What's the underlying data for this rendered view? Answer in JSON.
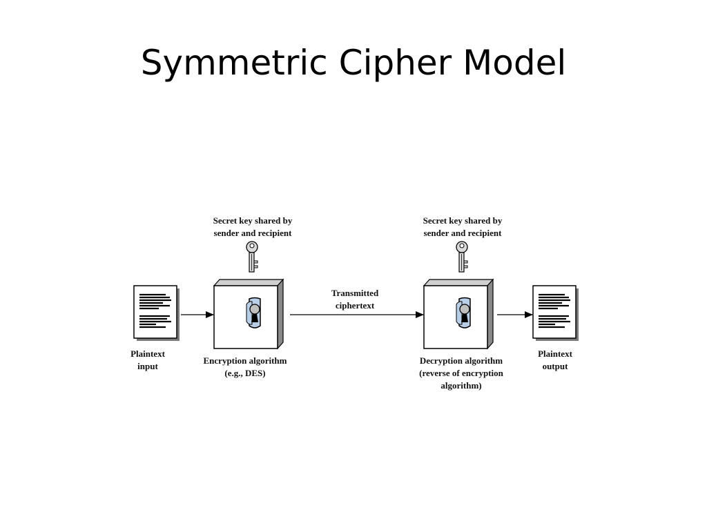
{
  "slide": {
    "title": "Symmetric Cipher Model"
  },
  "diagram": {
    "key_label_left": "Secret key shared by\nsender and recipient",
    "key_label_right": "Secret key shared by\nsender and recipient",
    "plaintext_input_label": "Plaintext\ninput",
    "plaintext_output_label": "Plaintext\noutput",
    "encryption_label": "Encryption algorithm\n(e.g., DES)",
    "decryption_label": "Decryption algorithm\n(reverse of encryption\nalgorithm)",
    "ciphertext_label": "Transmitted\nciphertext",
    "colors": {
      "line": "#000000",
      "box_face": "#ffffff",
      "box_side": "#8a8a8a",
      "box_top": "#c8c8c8",
      "keyhole_fill": "#b8cde6",
      "key_fill": "#d9d9d9"
    }
  }
}
